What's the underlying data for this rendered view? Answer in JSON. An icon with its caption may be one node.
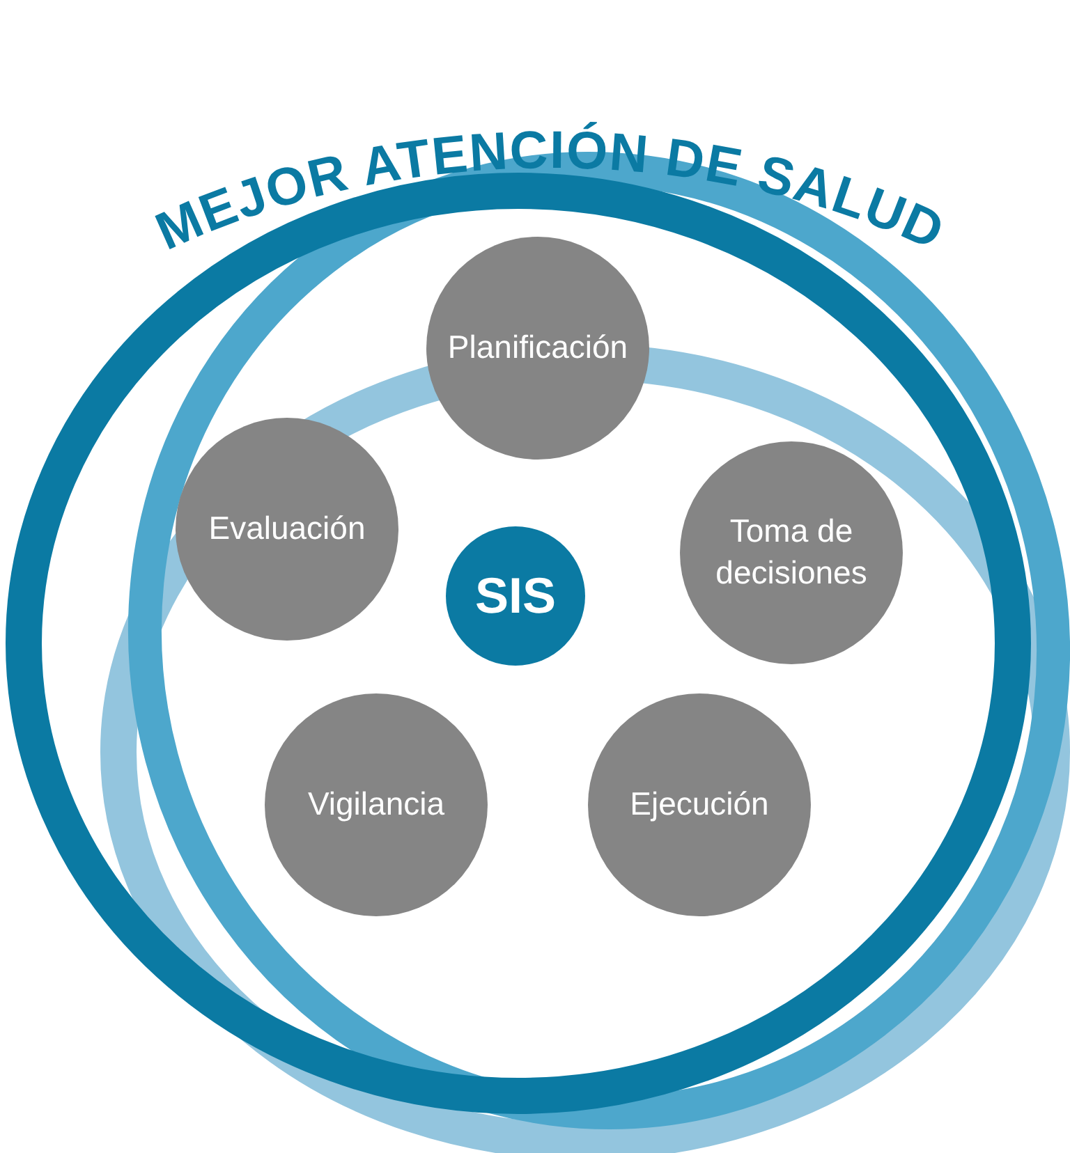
{
  "diagram": {
    "title": "MEJOR ATENCIÓN DE SALUD",
    "nodes": [
      {
        "text": [
          "Planificación"
        ]
      },
      {
        "text": [
          "Evaluación"
        ]
      },
      {
        "text": [
          "SIS"
        ]
      },
      {
        "text": [
          "Toma de decisiones"
        ]
      },
      {
        "text": [
          "Vigilancia"
        ]
      },
      {
        "text": [
          "Ejecución"
        ]
      }
    ]
  }
}
